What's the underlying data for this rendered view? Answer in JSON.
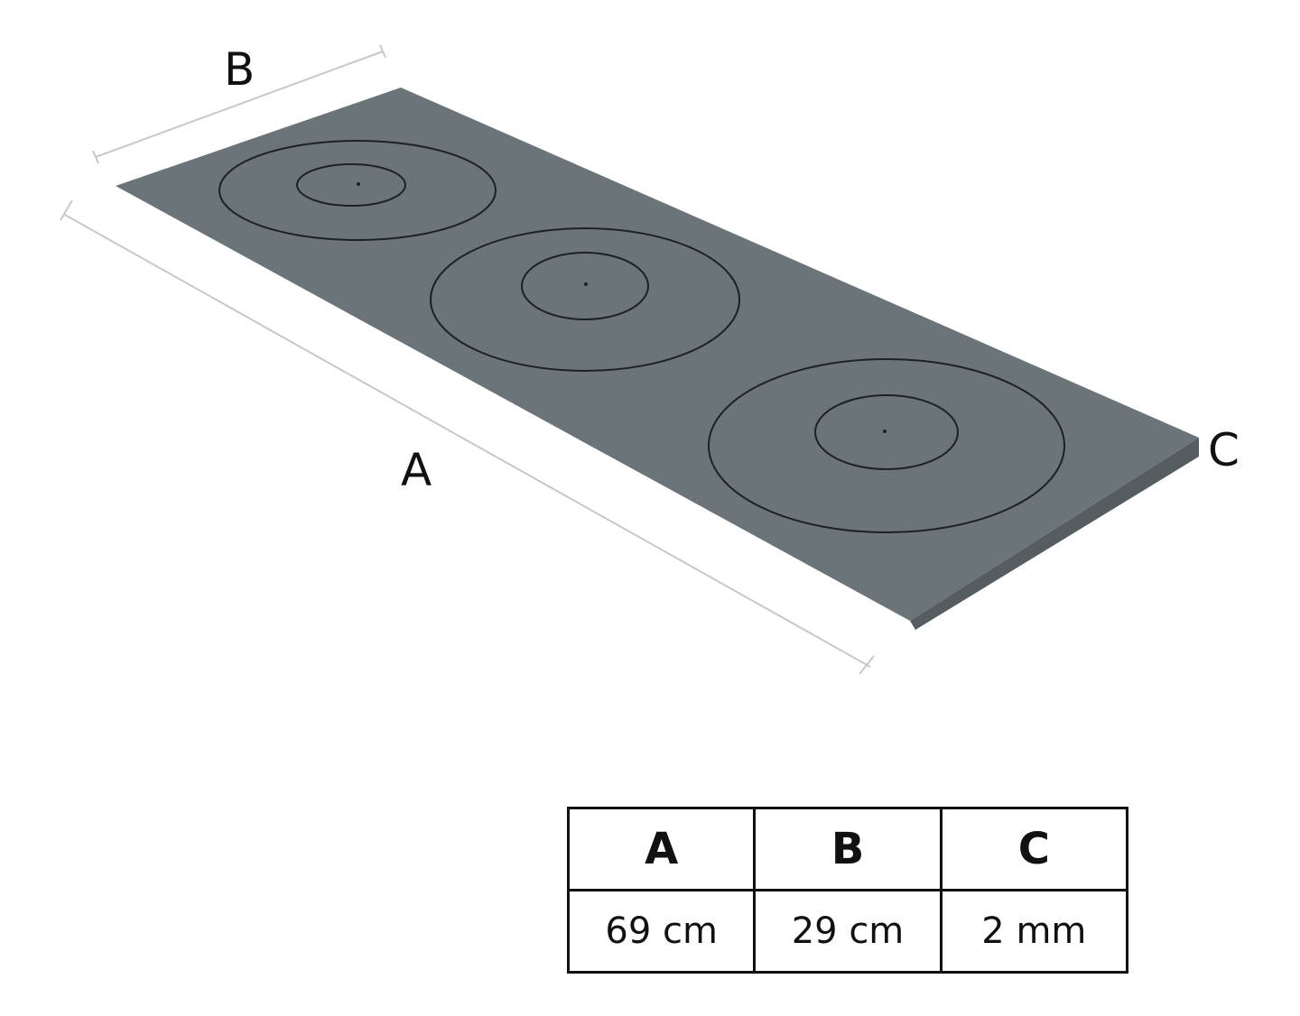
{
  "diagram": {
    "labels": {
      "a": "A",
      "b": "B",
      "c": "C"
    },
    "colors": {
      "plate_top": "#6b7478",
      "plate_edge": "#555d61",
      "burner_ring": "#1c2124",
      "dimension_line": "#c8c8c8",
      "text": "#111111"
    }
  },
  "table": {
    "headers": [
      "A",
      "B",
      "C"
    ],
    "values": [
      "69 cm",
      "29 cm",
      "2 mm"
    ]
  }
}
